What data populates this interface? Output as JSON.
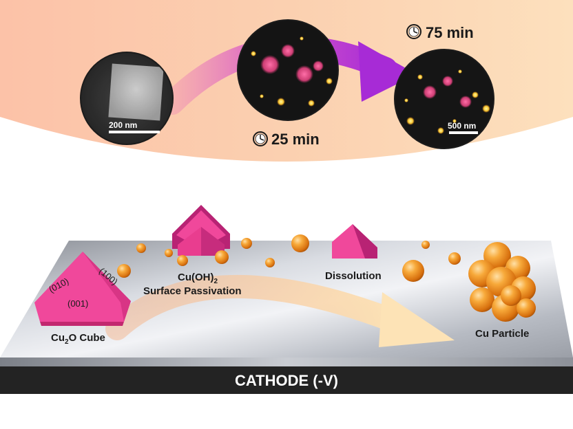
{
  "microscopy": {
    "time_1": "25 min",
    "time_2": "75 min",
    "scale_bar_1": "200 nm",
    "scale_bar_2": "500 nm"
  },
  "facets": {
    "f010": "(010)",
    "f100": "(100)",
    "f001": "(001)"
  },
  "labels": {
    "cube_prefix": "Cu",
    "cube_sub": "2",
    "cube_suffix": "O Cube",
    "passivation_line1": "Cu(OH)",
    "passivation_sub": "2",
    "passivation_line2": "Surface Passivation",
    "dissolution": "Dissolution",
    "particle": "Cu Particle"
  },
  "cathode": {
    "label": "CATHODE (-V)"
  },
  "colors": {
    "banner_start": "#fbc9a8",
    "banner_end": "#fdd8b3",
    "cube_pink": "#f0489b",
    "cube_dark": "#b82374",
    "copper": "#f39524",
    "arrow_purple": "#b12fd0",
    "cathode_bar": "#222222"
  }
}
